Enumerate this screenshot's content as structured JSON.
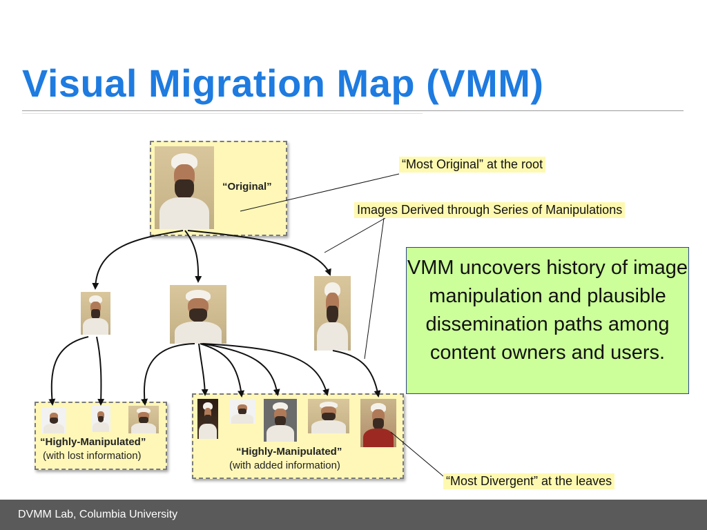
{
  "slide": {
    "title": "Visual Migration Map (VMM)",
    "footer": "DVMM Lab, Columbia University"
  },
  "diagram": {
    "root_label": "“Original”",
    "left_leaf_label": "“Highly-Manipulated”",
    "left_leaf_sub": "(with lost information)",
    "right_leaf_label": "“Highly-Manipulated”",
    "right_leaf_sub": "(with added information)"
  },
  "callouts": {
    "root": "“Most Original” at the root",
    "derived": "Images Derived through Series of Manipulations",
    "leaves": "“Most Divergent” at the leaves"
  },
  "summary": {
    "text": "VMM uncovers history of image manipulation and plausible dissemination paths among content owners and users."
  },
  "colors": {
    "title": "#1e7be0",
    "node_fill": "#fef7b8",
    "callout_fill": "#fef9b0",
    "summary_fill": "#ccff99",
    "footer": "#5a5a5a"
  }
}
